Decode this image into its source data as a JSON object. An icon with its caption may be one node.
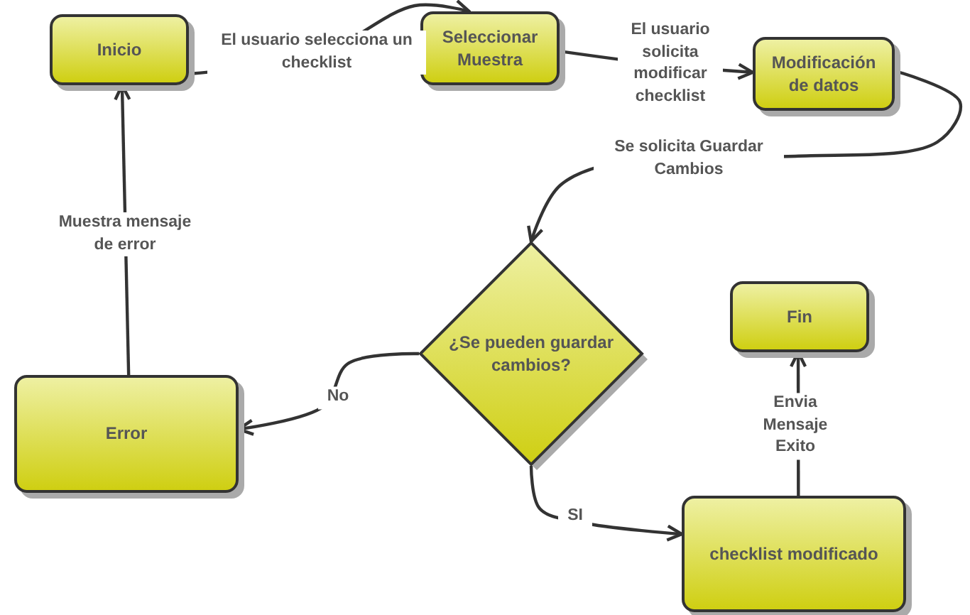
{
  "diagram": {
    "nodes": [
      {
        "text": [
          "Inicio"
        ]
      },
      {
        "text": [
          "Seleccionar Muestra"
        ]
      },
      {
        "text": [
          "Modificación de datos"
        ]
      },
      {
        "text": [
          "¿Se pueden guardar cambios?"
        ]
      },
      {
        "text": [
          "Fin"
        ]
      },
      {
        "text": [
          "Error"
        ]
      },
      {
        "text": [
          "checklist modificado"
        ]
      }
    ],
    "edges": [
      {
        "from": 0,
        "to": 1,
        "arrow": "to",
        "label": "El usuario selecciona un checklist"
      },
      {
        "from": 1,
        "to": 2,
        "arrow": "to",
        "label": "El usuario solicita modificar checklist"
      },
      {
        "from": 2,
        "to": 3,
        "arrow": "to",
        "label": "Se solicita Guardar Cambios"
      },
      {
        "from": 3,
        "to": 5,
        "arrow": "to",
        "label": "No"
      },
      {
        "from": 3,
        "to": 6,
        "arrow": "to",
        "label": "SI"
      },
      {
        "from": 6,
        "to": 4,
        "arrow": "to",
        "label": "Envia Mensaje Exito"
      },
      {
        "from": 5,
        "to": 0,
        "arrow": "to",
        "label": "Muestra mensaje de error"
      }
    ]
  }
}
